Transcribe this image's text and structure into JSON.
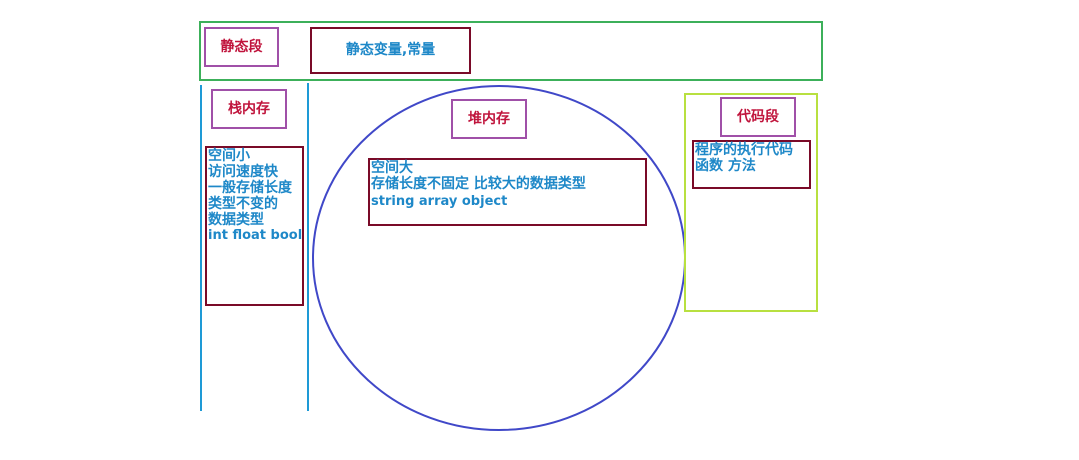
{
  "static_segment": {
    "title": "静态段",
    "content": "静态变量,常量"
  },
  "stack": {
    "title": "栈内存",
    "lines": [
      "空间小",
      "访问速度快",
      "一般存储长度",
      "类型不变的",
      "数据类型"
    ],
    "types": "int float bool"
  },
  "heap": {
    "title": "堆内存",
    "lines": [
      "空间大",
      "存储长度不固定 比较大的数据类型"
    ],
    "types": "string array object"
  },
  "code_segment": {
    "title": "代码段",
    "lines": [
      "程序的执行代码",
      "函数 方法"
    ]
  },
  "colors": {
    "green": "#3cb05a",
    "purple_box": "#a050a8",
    "maroon_box": "#7a0a28",
    "cyan_line": "#1e9ad6",
    "circle": "#4048c8",
    "lime_box": "#b8e040",
    "label_red": "#c0143c",
    "text_blue": "#1e88c8"
  }
}
